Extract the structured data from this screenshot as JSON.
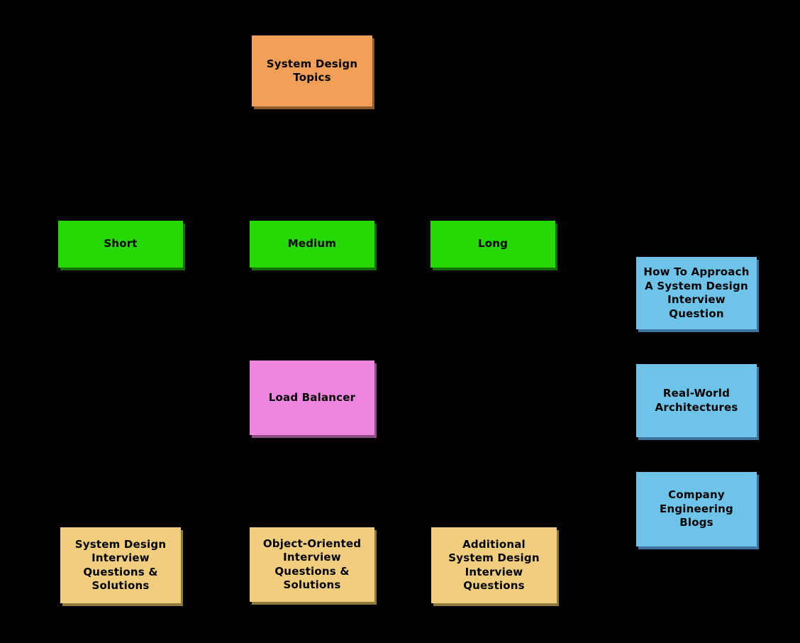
{
  "diagram": {
    "background_color": "#000000",
    "text_color": "#000000",
    "node_colors": {
      "orange": "#F2A057",
      "green": "#26D701",
      "pink": "#EE85DE",
      "blue": "#6EC3E9",
      "tan": "#F0CE7D"
    }
  },
  "nodes": {
    "topics": {
      "label": "System Design Topics",
      "color": "orange"
    },
    "short": {
      "label": "Short",
      "color": "green"
    },
    "medium": {
      "label": "Medium",
      "color": "green"
    },
    "long": {
      "label": "Long",
      "color": "green"
    },
    "load_balancer": {
      "label": "Load Balancer",
      "color": "pink"
    },
    "approach": {
      "label": "How To Approach A System Design Interview Question",
      "color": "blue"
    },
    "real_world": {
      "label": "Real-World Architectures",
      "color": "blue"
    },
    "blogs": {
      "label": "Company Engineering Blogs",
      "color": "blue"
    },
    "sd_questions": {
      "label": "System Design Interview Questions & Solutions",
      "color": "tan"
    },
    "oo_questions": {
      "label": "Object-Oriented Interview Questions & Solutions",
      "color": "tan"
    },
    "additional_questions": {
      "label": "Additional System Design Interview Questions",
      "color": "tan"
    }
  }
}
